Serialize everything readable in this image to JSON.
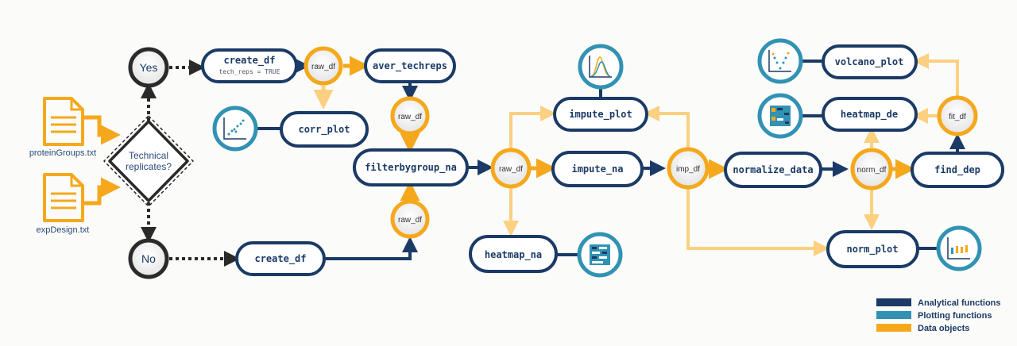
{
  "inputs": {
    "protein_file": "proteinGroups.txt",
    "design_file": "expDesign.txt"
  },
  "decision": {
    "question_line1": "Technical",
    "question_line2": "replicates?",
    "yes_label": "Yes",
    "no_label": "No"
  },
  "analytical": {
    "create_df_yes": "create_df",
    "create_df_yes_sub": "tech_reps = TRUE",
    "aver_techreps": "aver_techreps",
    "create_df_no": "create_df",
    "filterbygroup_na": "filterbygroup_na",
    "impute_na": "impute_na",
    "normalize_data": "normalize_data",
    "find_dep": "find_dep"
  },
  "plotting": {
    "corr_plot": "corr_plot",
    "heatmap_na": "heatmap_na",
    "impute_plot": "impute_plot",
    "volcano_plot": "volcano_plot",
    "heatmap_de": "heatmap_de",
    "norm_plot": "norm_plot"
  },
  "data_objects": {
    "raw_df_1": "raw_df",
    "raw_df_2": "raw_df",
    "raw_df_3": "raw_df",
    "raw_df_4": "raw_df",
    "imp_df": "imp_df",
    "norm_df": "norm_df",
    "fit_df": "fit_df"
  },
  "icons": {
    "corr": "scatter-plot-icon",
    "heatmap_na": "heatmap-icon",
    "impute": "density-plot-icon",
    "volcano": "volcano-plot-icon",
    "heatmap_de": "heatmap-icon",
    "norm": "boxplot-icon"
  },
  "legend": {
    "analytical": "Analytical functions",
    "plotting": "Plotting functions",
    "data": "Data objects"
  },
  "colors": {
    "analytical": "#1b3a66",
    "plotting": "#3192b3",
    "data": "#f5a81c",
    "light_orange": "#fbd080",
    "dark": "#2a2a2a"
  }
}
